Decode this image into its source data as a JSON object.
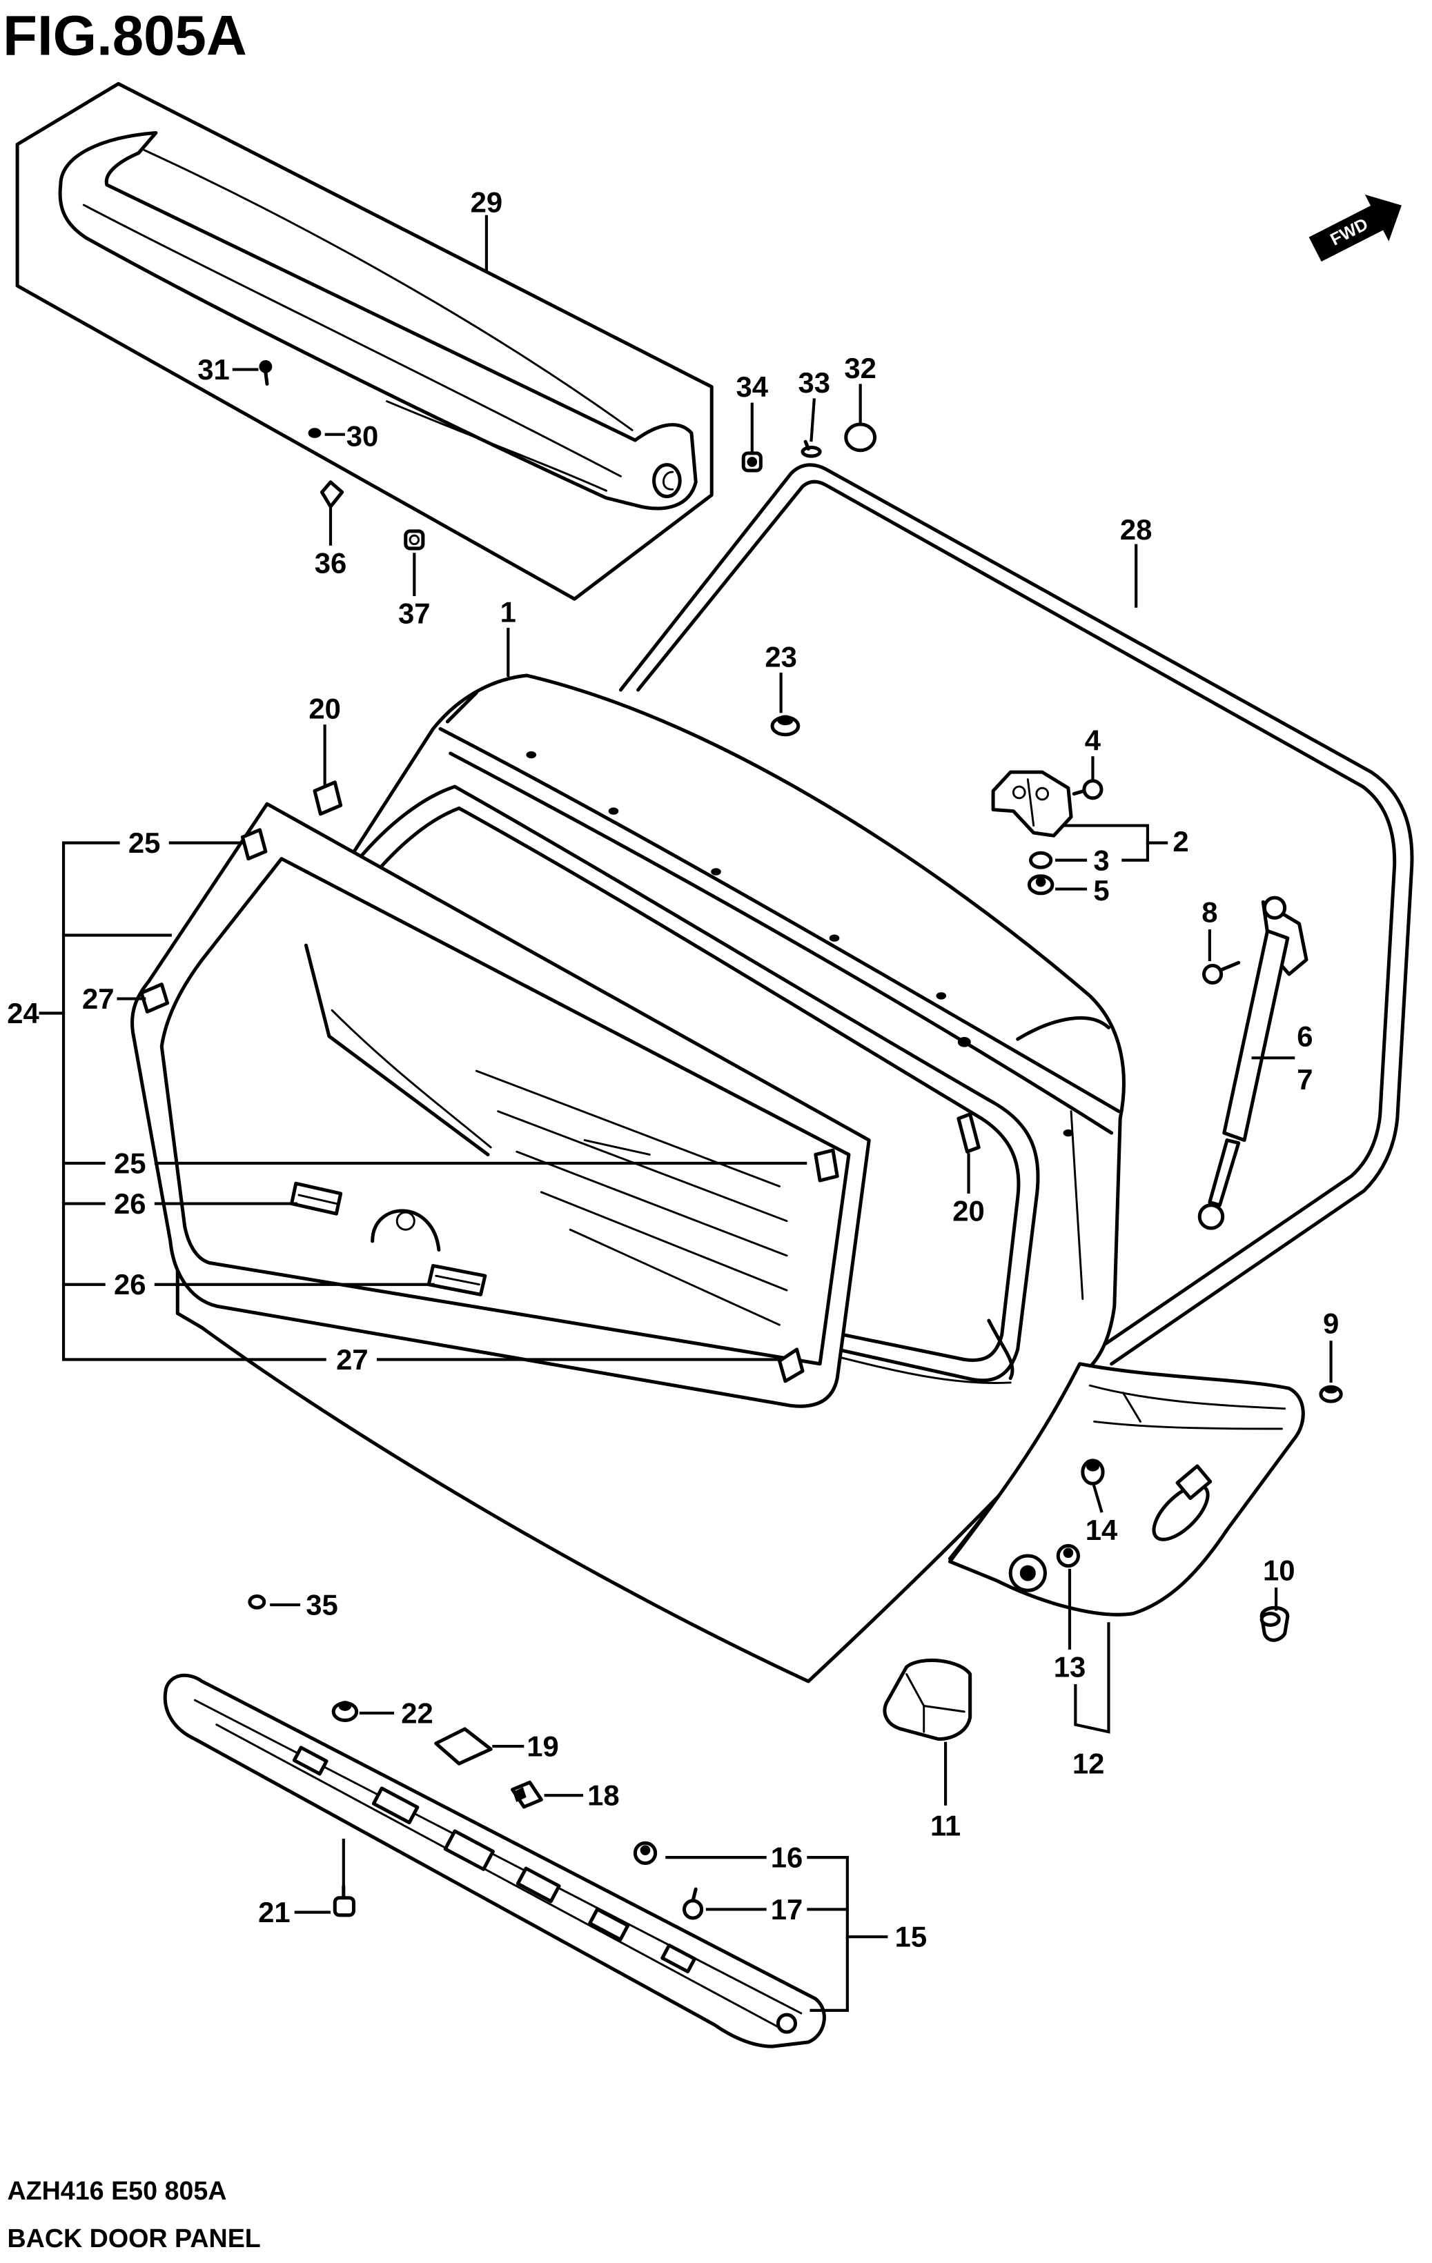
{
  "figure": {
    "title": "FIG.805A",
    "fwd_label": "FWD"
  },
  "callouts": [
    "29",
    "31",
    "30",
    "34",
    "33",
    "32",
    "36",
    "37",
    "28",
    "1",
    "23",
    "20",
    "4",
    "2",
    "3",
    "5",
    "25",
    "8",
    "24",
    "27",
    "6",
    "7",
    "25",
    "26",
    "20",
    "26",
    "9",
    "27",
    "14",
    "10",
    "35",
    "13",
    "22",
    "19",
    "12",
    "18",
    "11",
    "16",
    "21",
    "17",
    "15"
  ],
  "footer": {
    "code": "AZH416 E50 805A",
    "caption": "BACK DOOR PANEL"
  }
}
